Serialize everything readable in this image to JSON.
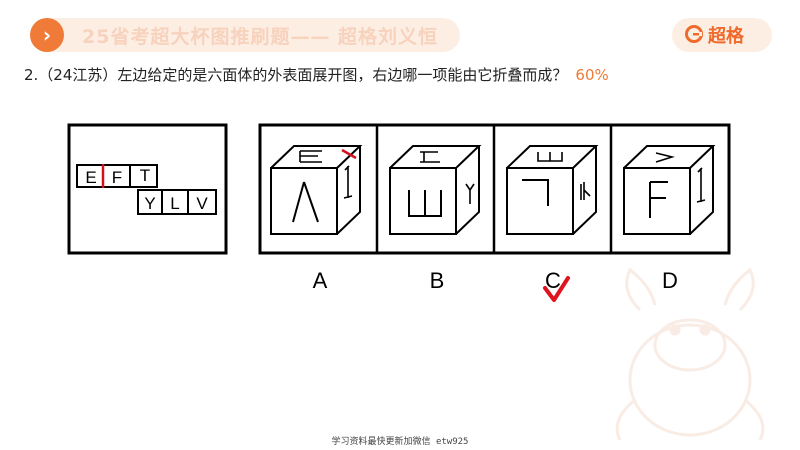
{
  "header": {
    "title": "25省考超大杯图推刷题—— 超格刘义恒",
    "brand": "超格"
  },
  "question": {
    "text": "2.（24江苏）左边给定的是六面体的外表面展开图，右边哪一项能由它折叠而成？",
    "accuracy": "60%"
  },
  "net": {
    "top_row": [
      "E",
      "F",
      "T"
    ],
    "bottom_row": [
      "Y",
      "L",
      "V"
    ]
  },
  "options": {
    "labels": [
      "A",
      "B",
      "C",
      "D"
    ],
    "correct": "C"
  },
  "footer": {
    "text": "学习资料最快更新加微信 etw925"
  },
  "colors": {
    "accent": "#f07a37",
    "correct_mark": "#e0141e",
    "highlight_edge": "#d4101e"
  }
}
